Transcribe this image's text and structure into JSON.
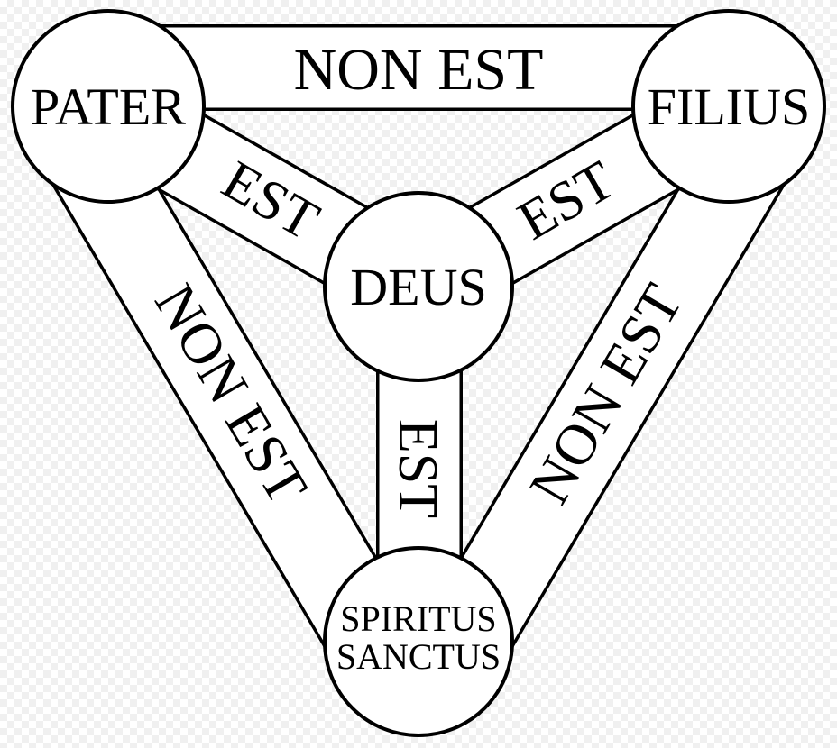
{
  "nodes": {
    "pater": "PATER",
    "filius": "FILIUS",
    "deus": "DEUS",
    "spiritus_line1": "SPIRITUS",
    "spiritus_line2": "SANCTUS"
  },
  "links": {
    "pater_filius": "NON EST",
    "pater_spiritus": "NON EST",
    "filius_spiritus": "NON EST",
    "pater_deus": "EST",
    "filius_deus": "EST",
    "spiritus_deus": "EST"
  }
}
